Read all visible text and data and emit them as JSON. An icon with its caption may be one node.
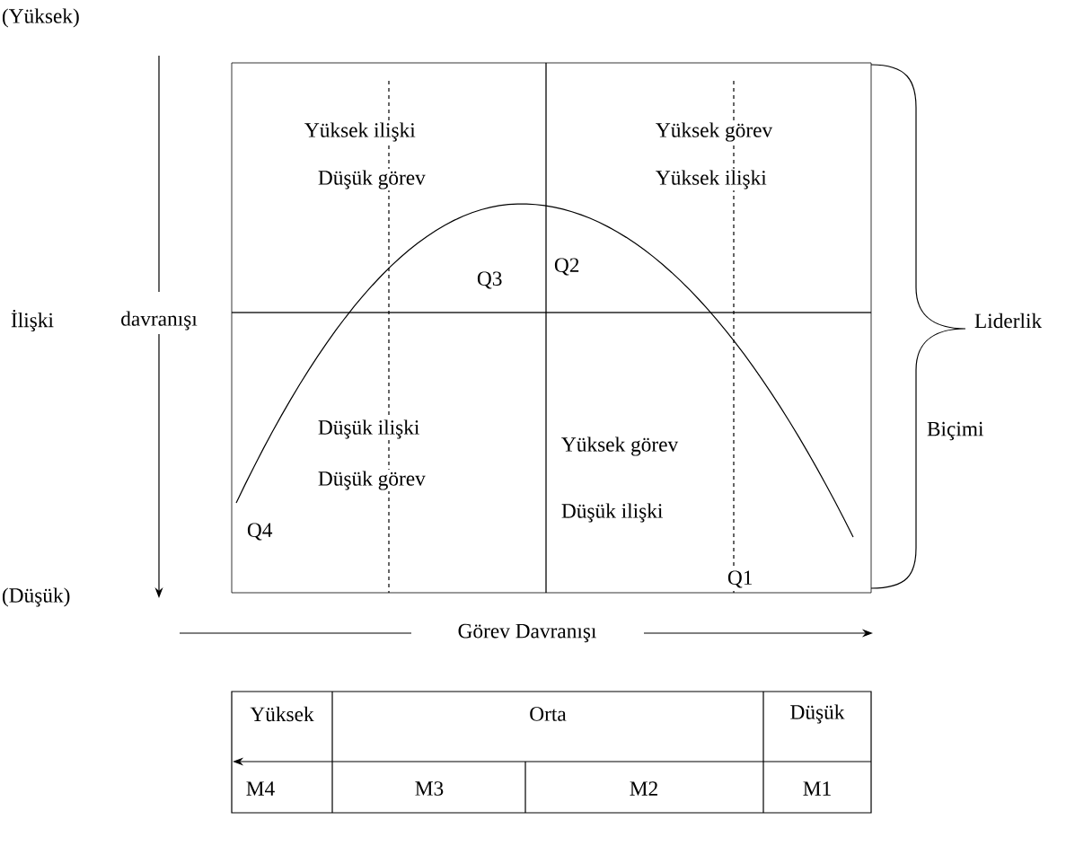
{
  "diagram": {
    "nodes": [
      {
        "text": [
          "Yüksek ilişki",
          "Düşük görev",
          "Q3"
        ]
      },
      {
        "text": [
          "Yüksek görev",
          "Yüksek ilişki",
          "Q2"
        ]
      },
      {
        "text": [
          "Düşük ilişki",
          "Düşük görev",
          "Q4"
        ]
      },
      {
        "text": [
          "Yüksek görev",
          "Düşük ilişki",
          "Q1"
        ]
      }
    ],
    "labels": [
      "(Yüksek)",
      "İlişki",
      "davranışı",
      "Liderlik",
      "Biçimi",
      "(Düşük)",
      "Görev Davranışı",
      "Yüksek",
      "Orta",
      "Düşük",
      "M4",
      "M3",
      "M2",
      "M1"
    ]
  }
}
